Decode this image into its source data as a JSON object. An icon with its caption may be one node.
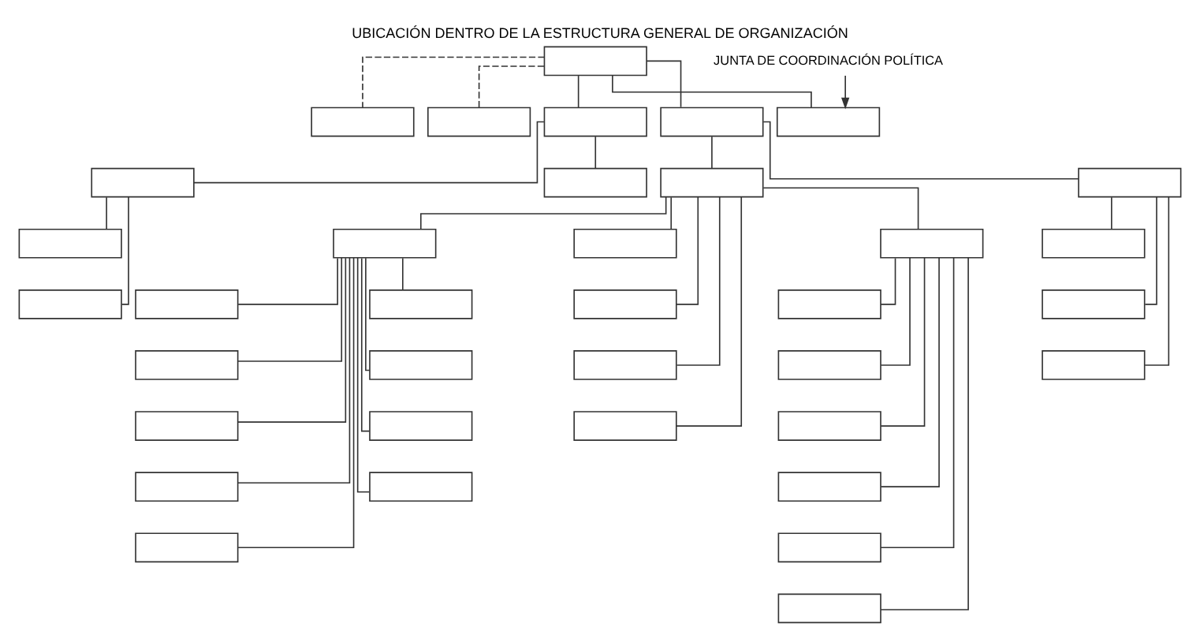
{
  "diagram": {
    "title": "UBICACIÓN DENTRO DE LA ESTRUCTURA GENERAL DE ORGANIZACIÓN",
    "nodes": [
      {
        "text": [],
        "shape": "box"
      },
      {
        "text": [],
        "shape": "box"
      },
      {
        "text": [],
        "shape": "box"
      },
      {
        "text": [],
        "shape": "box"
      },
      {
        "text": [],
        "shape": "box"
      },
      {
        "text": [],
        "shape": "box"
      },
      {
        "text": [
          "JUNTA DE COORDINACIÓN POLÍTICA"
        ]
      },
      {
        "text": [],
        "shape": "box"
      },
      {
        "text": [],
        "shape": "box"
      },
      {
        "text": [],
        "shape": "box"
      },
      {
        "text": [],
        "shape": "box"
      },
      {
        "text": [],
        "shape": "box"
      },
      {
        "text": [],
        "shape": "box"
      },
      {
        "text": [],
        "shape": "box"
      },
      {
        "text": [],
        "shape": "box"
      },
      {
        "text": [],
        "shape": "box"
      },
      {
        "text": [],
        "shape": "box"
      },
      {
        "text": [],
        "shape": "box"
      },
      {
        "text": [],
        "shape": "box"
      },
      {
        "text": [],
        "shape": "box"
      },
      {
        "text": [],
        "shape": "box"
      },
      {
        "text": [],
        "shape": "box"
      },
      {
        "text": [],
        "shape": "box"
      },
      {
        "text": [],
        "shape": "box"
      },
      {
        "text": [],
        "shape": "box"
      },
      {
        "text": [],
        "shape": "box"
      },
      {
        "text": [],
        "shape": "box"
      },
      {
        "text": [],
        "shape": "box"
      },
      {
        "text": [],
        "shape": "box"
      },
      {
        "text": [],
        "shape": "box"
      },
      {
        "text": [],
        "shape": "box"
      },
      {
        "text": [],
        "shape": "box"
      },
      {
        "text": [],
        "shape": "box"
      },
      {
        "text": [],
        "shape": "box"
      },
      {
        "text": [],
        "shape": "box"
      },
      {
        "text": [],
        "shape": "box"
      },
      {
        "text": [],
        "shape": "box"
      }
    ],
    "edges": [
      {
        "from": 0,
        "to": 1,
        "arrow": "none",
        "style": "dashed"
      },
      {
        "from": 0,
        "to": 2,
        "arrow": "none",
        "style": "dashed"
      },
      {
        "from": 0,
        "to": 3,
        "arrow": "none"
      },
      {
        "from": 0,
        "to": 4,
        "arrow": "none"
      },
      {
        "from": 0,
        "to": 5,
        "arrow": "none"
      },
      {
        "from": 6,
        "to": 5,
        "arrow": "to"
      },
      {
        "from": 4,
        "to": 7,
        "arrow": "none"
      },
      {
        "from": 4,
        "to": 8,
        "arrow": "none"
      },
      {
        "from": 3,
        "to": 9,
        "arrow": "none"
      },
      {
        "from": 9,
        "to": 10,
        "arrow": "none"
      },
      {
        "from": 9,
        "to": 11,
        "arrow": "none"
      },
      {
        "from": 3,
        "to": 12,
        "arrow": "none"
      },
      {
        "from": 7,
        "to": 13,
        "arrow": "none"
      },
      {
        "from": 13,
        "to": 14,
        "arrow": "none"
      },
      {
        "from": 13,
        "to": 15,
        "arrow": "none"
      },
      {
        "from": 13,
        "to": 16,
        "arrow": "none"
      },
      {
        "from": 13,
        "to": 17,
        "arrow": "none"
      },
      {
        "from": 13,
        "to": 18,
        "arrow": "none"
      },
      {
        "from": 13,
        "to": 19,
        "arrow": "none"
      },
      {
        "from": 13,
        "to": 20,
        "arrow": "none"
      },
      {
        "from": 13,
        "to": 21,
        "arrow": "none"
      },
      {
        "from": 13,
        "to": 22,
        "arrow": "none"
      },
      {
        "from": 7,
        "to": 23,
        "arrow": "none"
      },
      {
        "from": 7,
        "to": 24,
        "arrow": "none"
      },
      {
        "from": 7,
        "to": 25,
        "arrow": "none"
      },
      {
        "from": 7,
        "to": 26,
        "arrow": "none"
      },
      {
        "from": 7,
        "to": 27,
        "arrow": "none"
      },
      {
        "from": 27,
        "to": 28,
        "arrow": "none"
      },
      {
        "from": 27,
        "to": 29,
        "arrow": "none"
      },
      {
        "from": 27,
        "to": 30,
        "arrow": "none"
      },
      {
        "from": 27,
        "to": 31,
        "arrow": "none"
      },
      {
        "from": 27,
        "to": 32,
        "arrow": "none"
      },
      {
        "from": 27,
        "to": 33,
        "arrow": "none"
      },
      {
        "from": 8,
        "to": 34,
        "arrow": "none"
      },
      {
        "from": 8,
        "to": 35,
        "arrow": "none"
      },
      {
        "from": 8,
        "to": 36,
        "arrow": "none"
      }
    ]
  }
}
